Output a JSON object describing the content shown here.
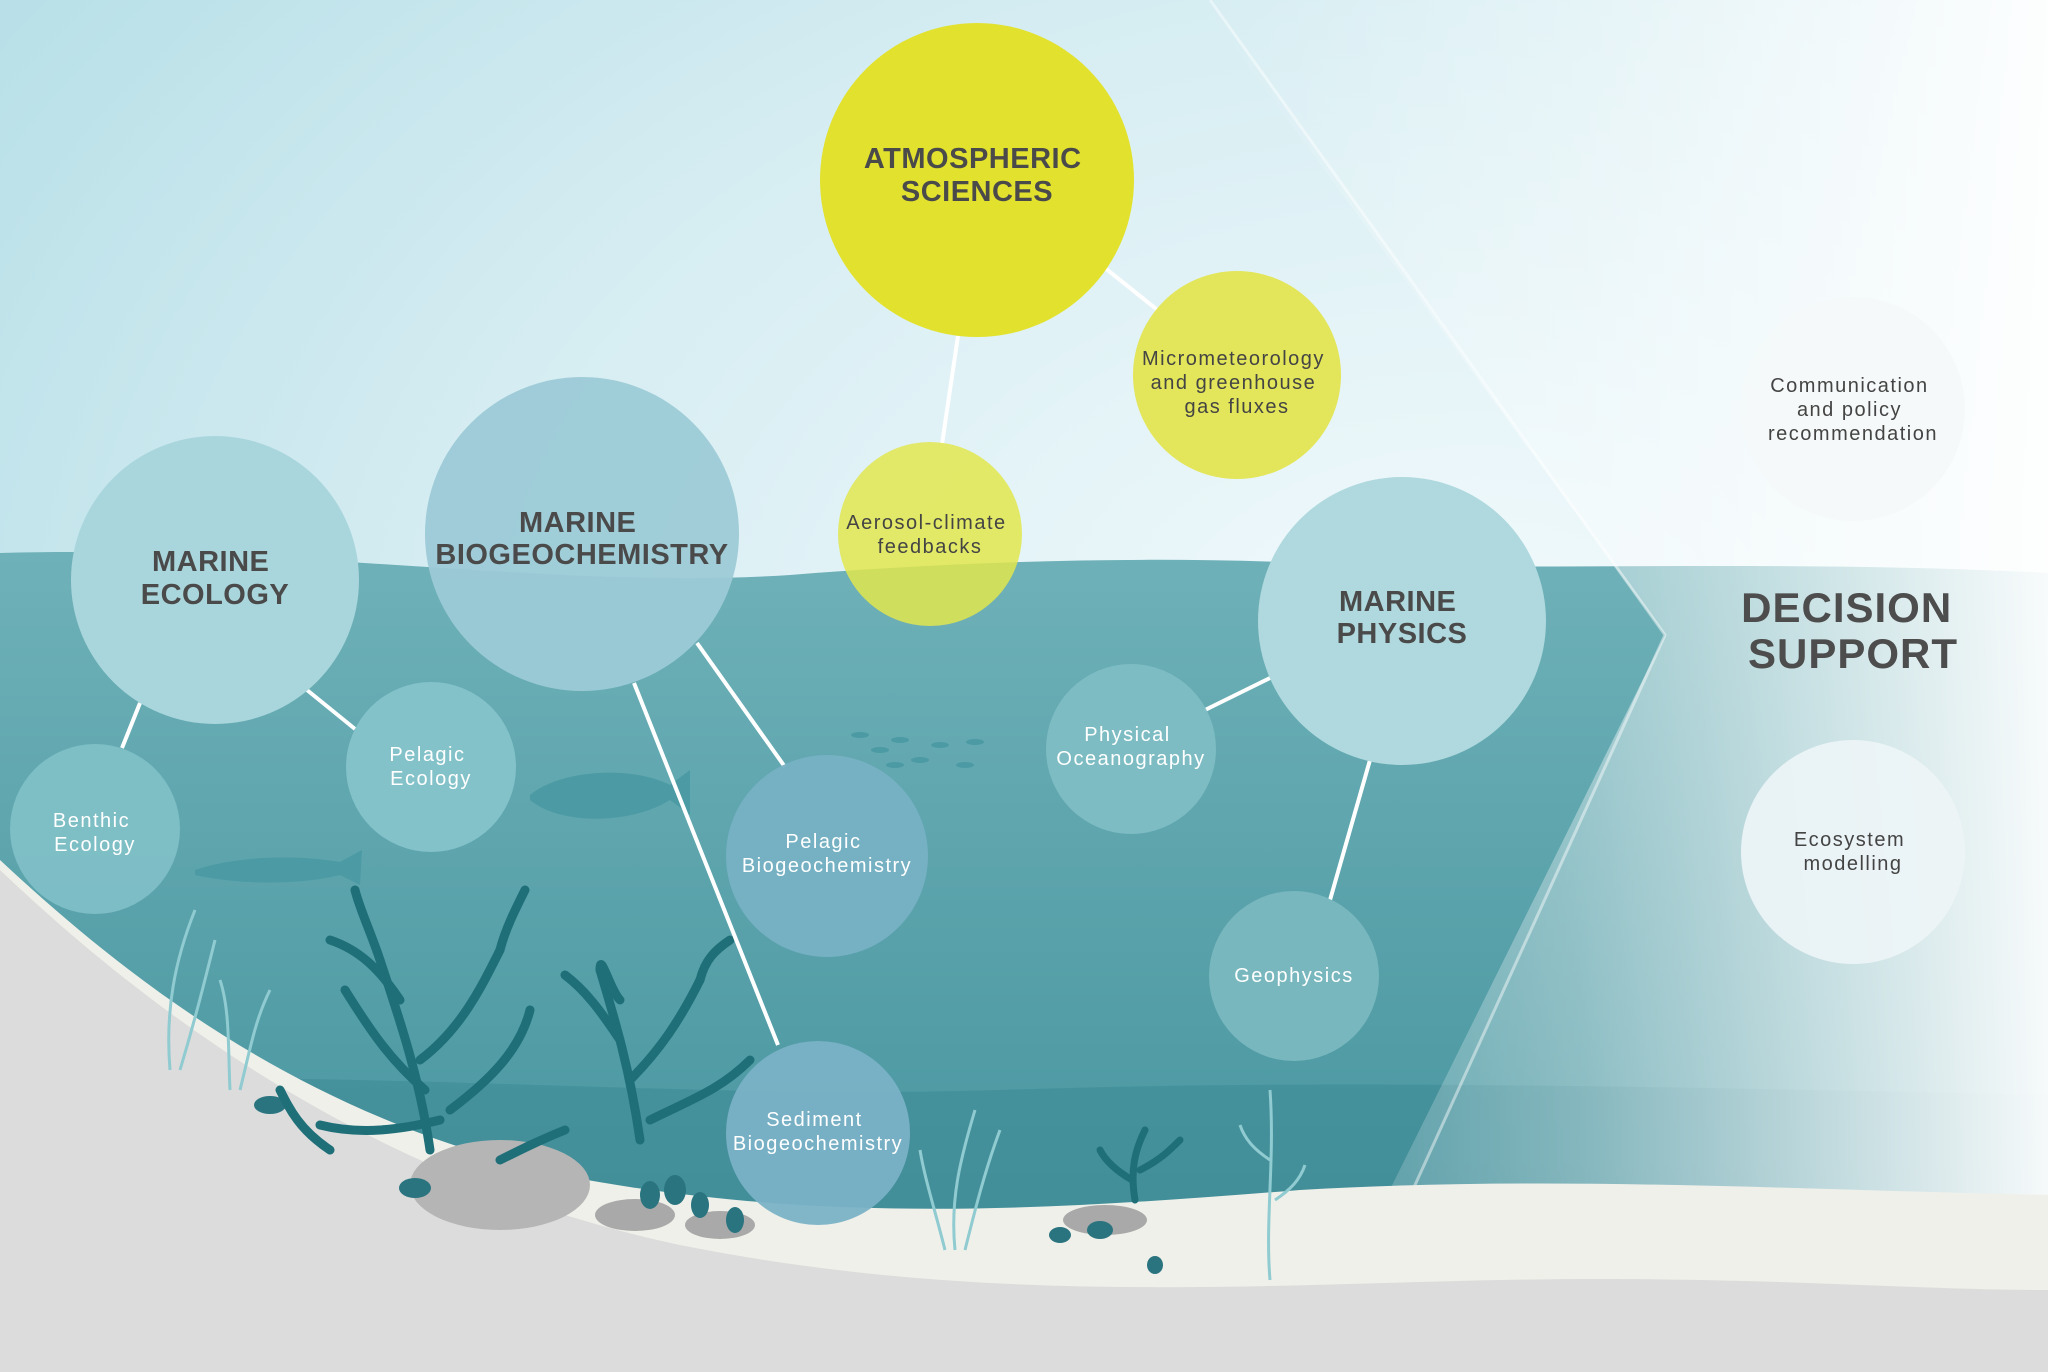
{
  "nodes": {
    "atmospheric_sciences": {
      "lines": [
        "ATMOSPHERIC",
        "SCIENCES"
      ],
      "color": "#e2e22e"
    },
    "micrometeorology": {
      "lines": [
        "Micrometeorology",
        "and greenhouse",
        "gas fluxes"
      ],
      "color": "#e3e65a"
    },
    "aerosol_climate": {
      "lines": [
        "Aerosol-climate",
        "feedbacks"
      ],
      "color": "#e2e64e"
    },
    "marine_ecology": {
      "lines": [
        "MARINE",
        "ECOLOGY"
      ],
      "color": "#a9d6dc"
    },
    "marine_biogeochemistry": {
      "lines": [
        "MARINE",
        "BIOGEOCHEMISTRY"
      ],
      "color": "#9ccad6"
    },
    "marine_physics": {
      "lines": [
        "MARINE",
        "PHYSICS"
      ],
      "color": "#afd9de"
    },
    "benthic_ecology": {
      "lines": [
        "Benthic",
        "Ecology"
      ],
      "color": "#7fbfc6"
    },
    "pelagic_ecology": {
      "lines": [
        "Pelagic",
        "Ecology"
      ],
      "color": "#86c3ca"
    },
    "pelagic_biogeochemistry": {
      "lines": [
        "Pelagic",
        "Biogeochemistry"
      ],
      "color": "#77b1c4"
    },
    "sediment_biogeochemistry": {
      "lines": [
        "Sediment",
        "Biogeochemistry"
      ],
      "color": "#7ab2c6"
    },
    "physical_oceanography": {
      "lines": [
        "Physical",
        "Oceanography"
      ],
      "color": "#80bdc4"
    },
    "geophysics": {
      "lines": [
        "Geophysics"
      ],
      "color": "#7ab8bf"
    },
    "communication_policy": {
      "lines": [
        "Communication",
        "and policy",
        "recommendation"
      ],
      "color": "#f4f8f9"
    },
    "ecosystem_modelling": {
      "lines": [
        "Ecosystem",
        "modelling"
      ],
      "color": "#edf4f6"
    }
  },
  "decision_support": {
    "lines": [
      "DECISION",
      "SUPPORT"
    ]
  },
  "colors": {
    "sky_top": "#b9e0e8",
    "sky_glow": "#f2fafc",
    "water_light": "#6fb1b8",
    "water_deep": "#3f8f9a",
    "sand": "#f0f0ea",
    "seabed_grey": "#dcdcdc",
    "seaweed": "#1f6f78",
    "rock": "#b5b5b5",
    "connector": "#ffffff"
  }
}
